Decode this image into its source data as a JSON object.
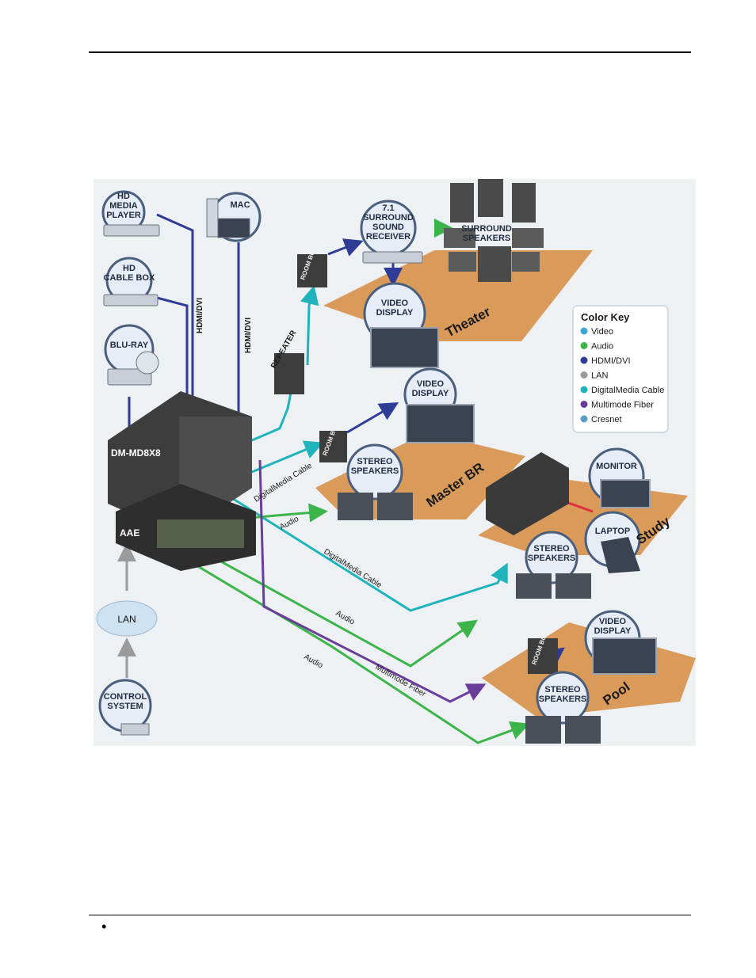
{
  "devices": {
    "hd_media_player": "HD MEDIA PLAYER",
    "mac": "MAC",
    "hd_cable_box": "HD CABLE BOX",
    "blu_ray": "BLU-RAY",
    "surround_receiver": "7.1 SURROUND SOUND RECEIVER",
    "surround_speakers": "SURROUND SPEAKERS",
    "video_display": "VIDEO DISPLAY",
    "stereo_speakers": "STEREO SPEAKERS",
    "monitor": "MONITOR",
    "laptop": "LAPTOP",
    "control_system": "CONTROL SYSTEM",
    "lan": "LAN",
    "repeater": "REPEATER",
    "room_box": "ROOM BOX",
    "switcher": "DM-MD8X8",
    "amplifier": "AAE"
  },
  "rooms": {
    "theater": "Theater",
    "master_br": "Master BR",
    "study": "Study",
    "pool": "Pool"
  },
  "cable_labels": {
    "hdmi_dvi": "HDMI/DVI",
    "digitalmedia_cable": "DigitalMedia Cable",
    "audio": "Audio",
    "multimode_fiber": "Multimode Fiber"
  },
  "color_key": {
    "title": "Color Key",
    "items": [
      {
        "label": "Video",
        "color": "#3aa7d6"
      },
      {
        "label": "Audio",
        "color": "#3bb54a"
      },
      {
        "label": "HDMI/DVI",
        "color": "#2f3c96"
      },
      {
        "label": "LAN",
        "color": "#9a9a9a"
      },
      {
        "label": "DigitalMedia Cable",
        "color": "#1fb3bb"
      },
      {
        "label": "Multimode Fiber",
        "color": "#6a3d9a"
      },
      {
        "label": "Cresnet",
        "color": "#5b9bc8"
      }
    ]
  },
  "colors": {
    "floor": "#d99a5a",
    "bubble_fill": "#e6edf6",
    "bubble_stroke": "#4a5f7e",
    "rack": "#3d3d3d"
  },
  "page": {
    "bullet": "•"
  }
}
